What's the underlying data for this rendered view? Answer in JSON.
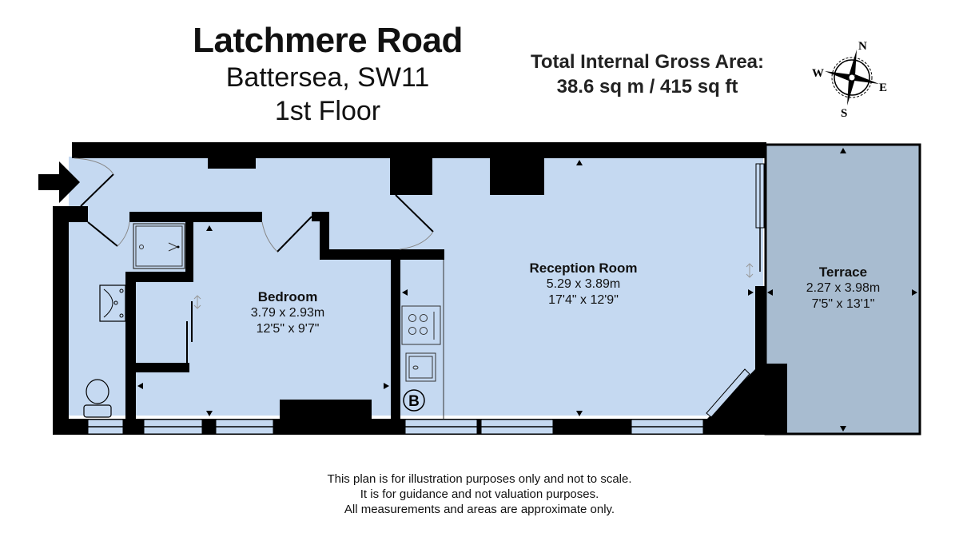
{
  "header": {
    "title": "Latchmere Road",
    "location": "Battersea, SW11",
    "floor": "1st Floor"
  },
  "area": {
    "label": "Total Internal Gross Area:",
    "value": "38.6 sq m / 415 sq ft"
  },
  "compass": {
    "north": "N",
    "east": "E",
    "south": "S",
    "west": "W"
  },
  "colors": {
    "interior_fill": "#c5d9f1",
    "terrace_fill": "#a8bcd0",
    "wall": "#000000"
  },
  "rooms": [
    {
      "name": "Bedroom",
      "metric": "3.79 x 2.93m",
      "imperial": "12'5\" x 9'7\""
    },
    {
      "name": "Reception Room",
      "metric": "5.29 x 3.89m",
      "imperial": "17'4\" x 12'9\""
    },
    {
      "name": "Terrace",
      "metric": "2.27 x 3.98m",
      "imperial": "7'5\" x 13'1\""
    }
  ],
  "symbols": {
    "boiler": "B"
  },
  "disclaimer": [
    "This plan is for illustration purposes only and not to scale.",
    "It is for guidance and not valuation purposes.",
    "All measurements and areas are approximate only."
  ]
}
